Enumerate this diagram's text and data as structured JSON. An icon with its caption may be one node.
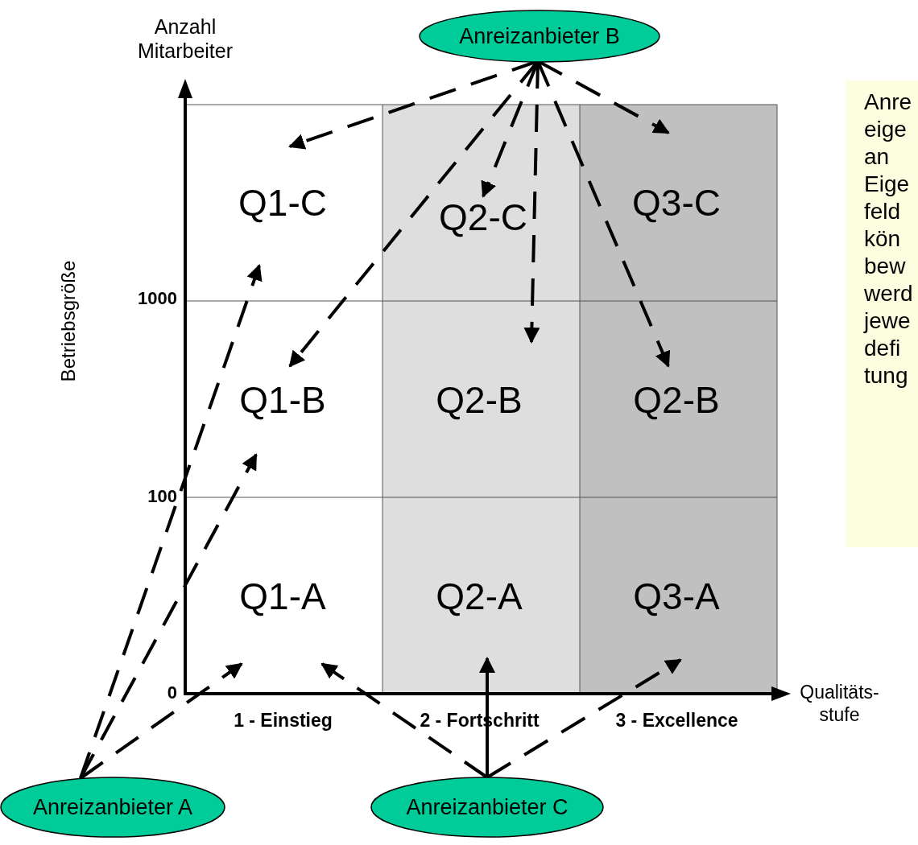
{
  "diagram": {
    "nodes": [
      {
        "text": [
          "Anreizanbieter B"
        ]
      },
      {
        "text": [
          "Q1-C"
        ]
      },
      {
        "text": [
          "Q2-C"
        ]
      },
      {
        "text": [
          "Q3-C"
        ]
      },
      {
        "text": [
          "Anre eige an Eige feld kön bew werd jewe defi tung"
        ]
      },
      {
        "text": [
          "Q1-B"
        ]
      },
      {
        "text": [
          "Q2-B"
        ]
      },
      {
        "text": [
          "Q2-B"
        ]
      },
      {
        "text": [
          "Q1-A"
        ]
      },
      {
        "text": [
          "Q2-A"
        ]
      },
      {
        "text": [
          "Q3-A"
        ]
      },
      {
        "text": [
          "Anreizanbieter A"
        ]
      },
      {
        "text": [
          "Anreizanbieter C"
        ]
      }
    ],
    "edges": [
      {
        "from": 0,
        "to": 1,
        "arrow": "to",
        "style": "dashed"
      },
      {
        "from": 0,
        "to": 5,
        "arrow": "to",
        "style": "dashed"
      },
      {
        "from": 0,
        "to": 2,
        "arrow": "to",
        "style": "dashed"
      },
      {
        "from": 0,
        "to": 6,
        "arrow": "to",
        "style": "dashed"
      },
      {
        "from": 0,
        "to": 3,
        "arrow": "to",
        "style": "dashed"
      },
      {
        "from": 0,
        "to": 7,
        "arrow": "to",
        "style": "dashed"
      },
      {
        "from": 11,
        "to": 1,
        "arrow": "to",
        "style": "dashed"
      },
      {
        "from": 11,
        "to": 5,
        "arrow": "to",
        "style": "dashed"
      },
      {
        "from": 11,
        "to": 8,
        "arrow": "to",
        "style": "dashed"
      },
      {
        "from": 12,
        "to": 8,
        "arrow": "to",
        "style": "dashed"
      },
      {
        "from": 12,
        "to": 9,
        "arrow": "to"
      },
      {
        "from": 12,
        "to": 10,
        "arrow": "to",
        "style": "dashed"
      }
    ],
    "labels": [
      "Anzahl Mitarbeiter",
      "Betriebsgröße",
      "1000",
      "100",
      "0",
      "1 - Einstieg",
      "2 - Fortschritt",
      "3 - Excellence",
      "Qualitäts- stufe"
    ]
  }
}
